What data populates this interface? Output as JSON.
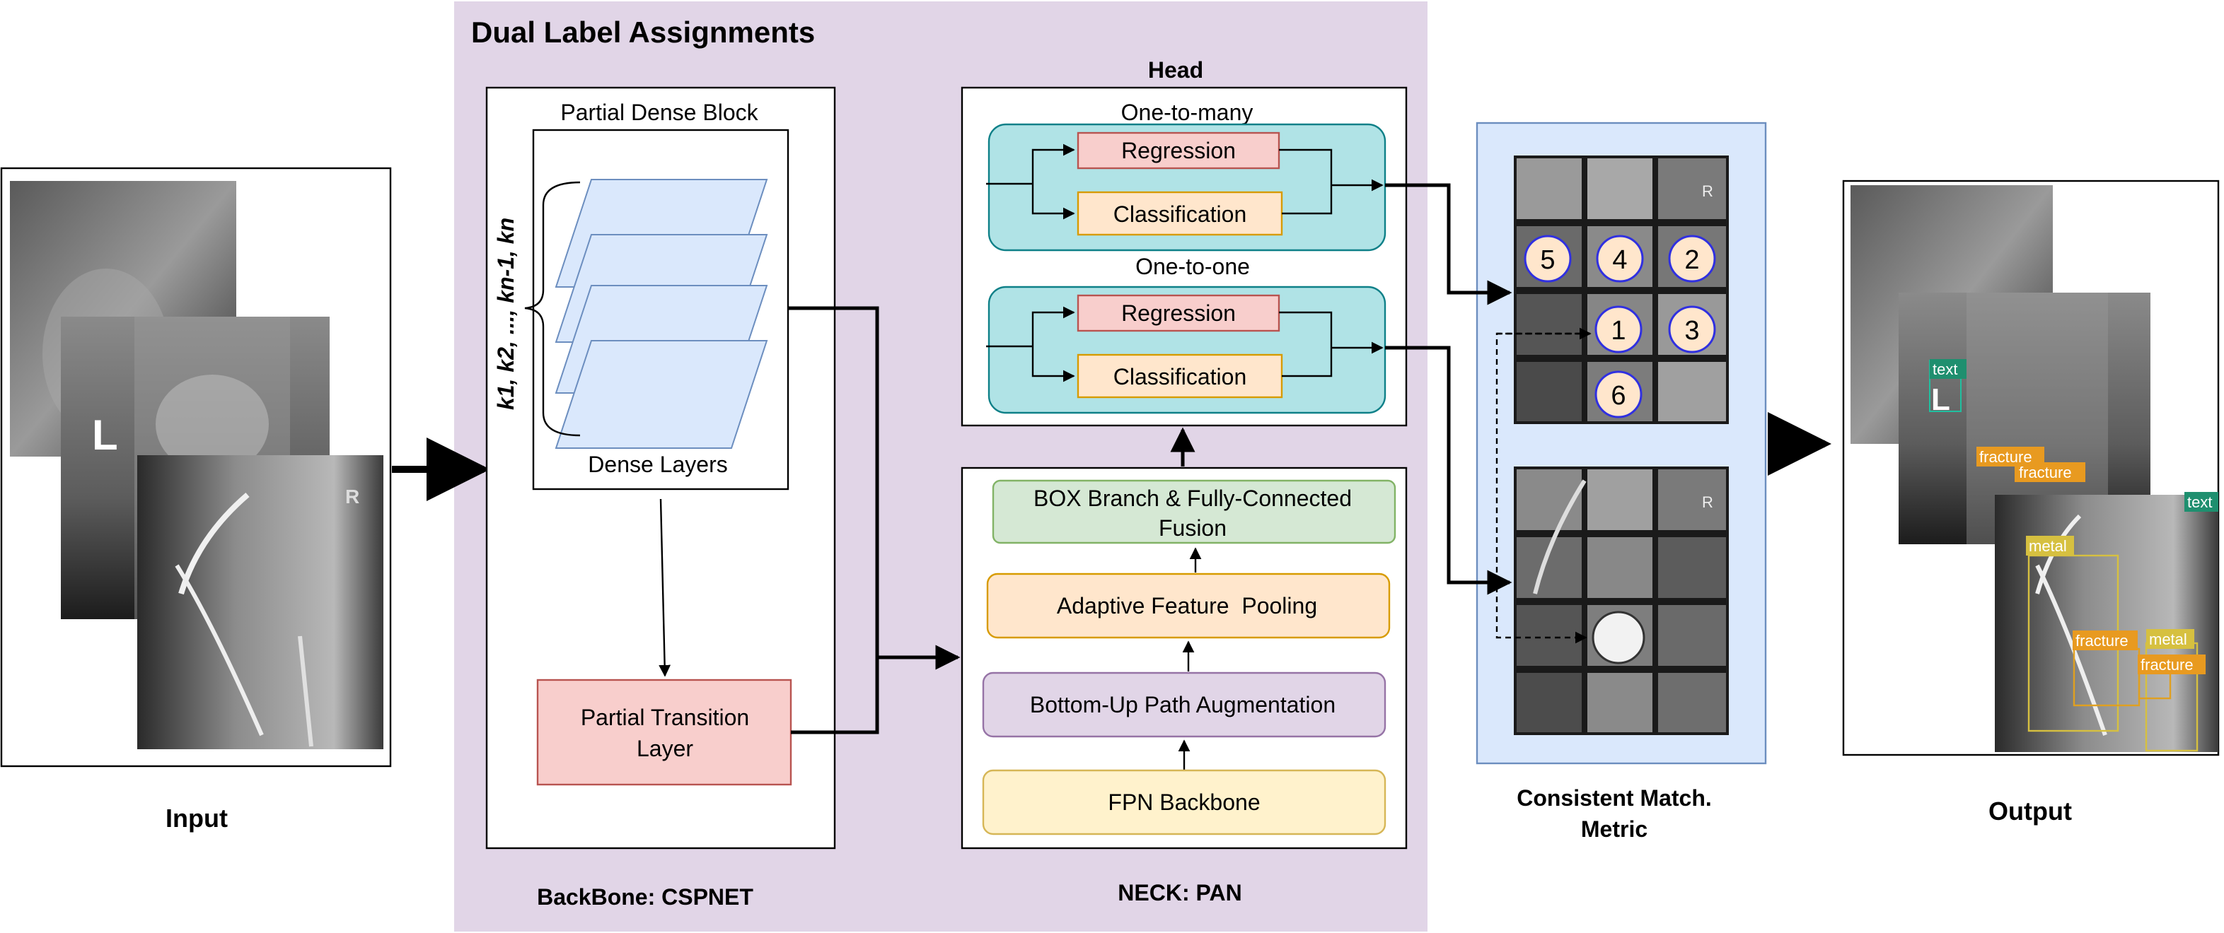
{
  "title": "Dual Label Assignments",
  "input": {
    "label": "Input",
    "marker": "L"
  },
  "backbone": {
    "label": "BackBone: CSPNET",
    "block_title": "Partial Dense Block",
    "dense_layers": "Dense Layers",
    "kernels": "k1, k2, ..., kn-1, kn",
    "transition_line1": "Partial Transition",
    "transition_line2": "Layer"
  },
  "head": {
    "title": "Head",
    "one_to_many": "One-to-many",
    "one_to_one": "One-to-one",
    "regression": "Regression",
    "classification": "Classification"
  },
  "neck": {
    "label": "NECK: PAN",
    "box_branch_line1": "BOX Branch & Fully-Connected",
    "box_branch_line2": "Fusion",
    "adaptive_pooling": "Adaptive Feature  Pooling",
    "bottom_up": "Bottom-Up Path Augmentation",
    "fpn": "FPN Backbone"
  },
  "metric": {
    "label_line1": "Consistent Match.",
    "label_line2": "Metric",
    "grid_numbers": [
      "5",
      "4",
      "2",
      "1",
      "3",
      "6"
    ]
  },
  "output": {
    "label": "Output",
    "tags": [
      "text",
      "fracture",
      "fracture",
      "text",
      "metal",
      "fracture",
      "metal",
      "fracture"
    ]
  },
  "colors": {
    "purple_panel": "#e1d5e7",
    "blue_panel": "#dae8fc",
    "teal": "#b0e3e6",
    "red": "#f8cecc",
    "orange": "#ffe6cc",
    "green": "#d5e8d4",
    "purple_box": "#e1d5e7",
    "yellow": "#fff2cc"
  }
}
